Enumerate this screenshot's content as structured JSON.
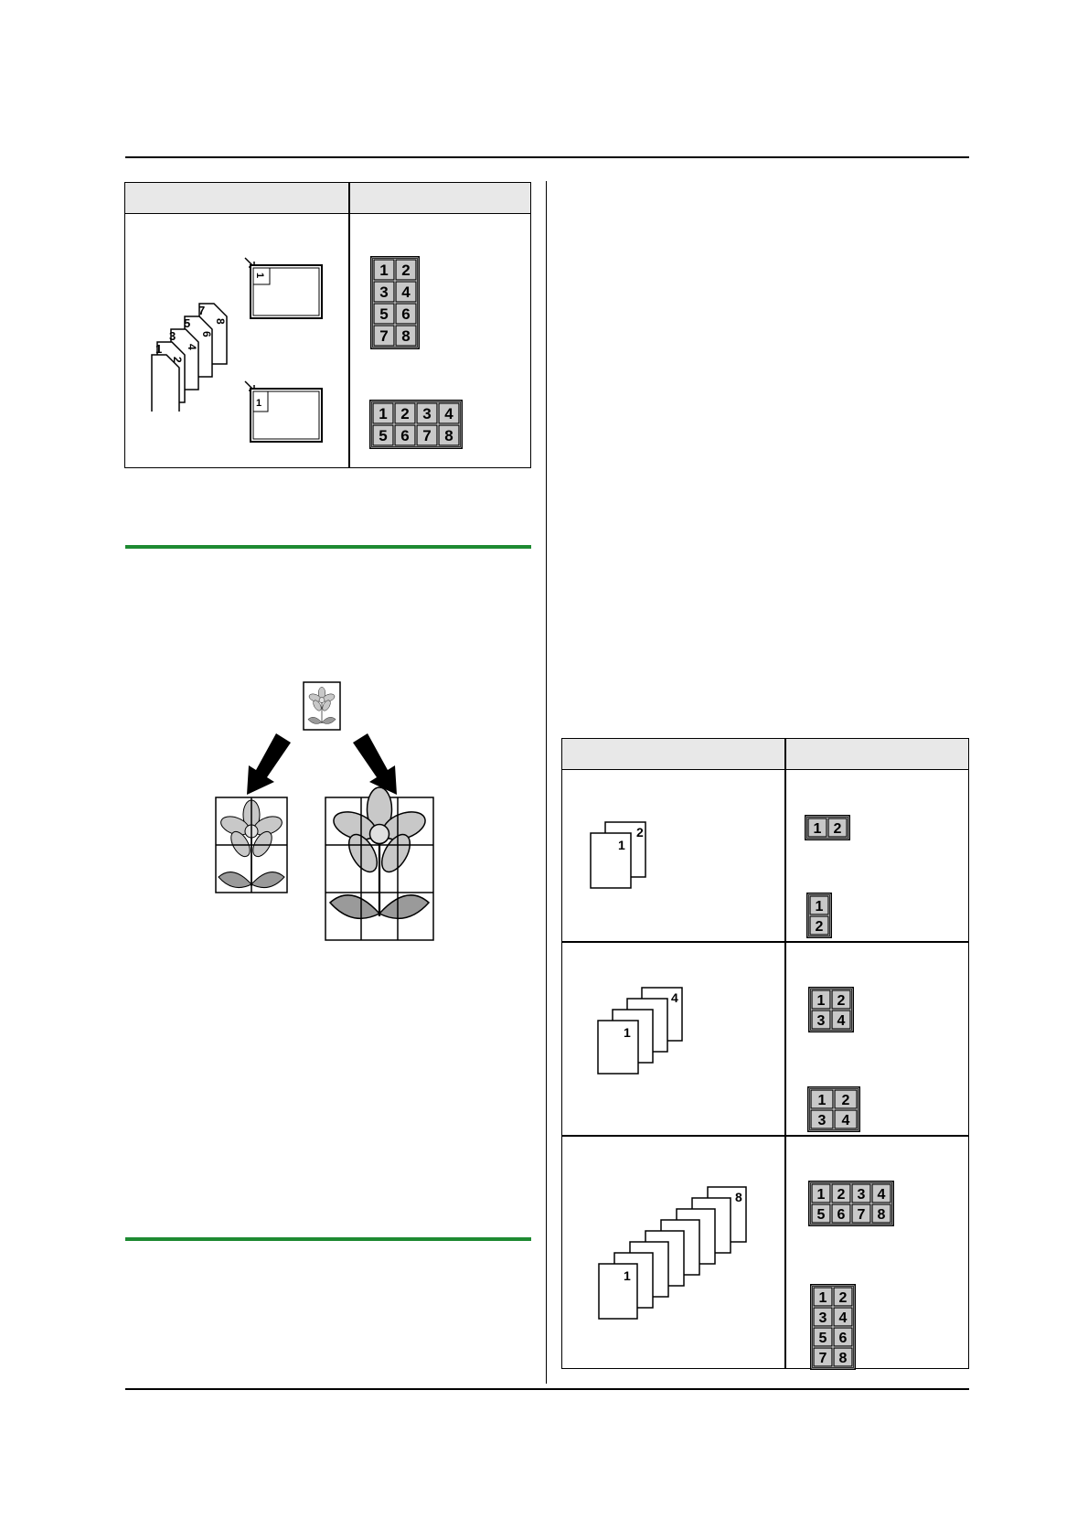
{
  "colors": {
    "accent_green": "#1e8a32",
    "cell_gray": "#c8c8c8",
    "header_gray": "#e8e8e8"
  },
  "table_a": {
    "stack_numbers": [
      "1",
      "2",
      "3",
      "4",
      "5",
      "6",
      "7",
      "8"
    ],
    "scan_number": "1",
    "portrait_grid": [
      [
        "1",
        "2"
      ],
      [
        "3",
        "4"
      ],
      [
        "5",
        "6"
      ],
      [
        "7",
        "8"
      ]
    ],
    "landscape_grid": [
      [
        "1",
        "2",
        "3",
        "4"
      ],
      [
        "5",
        "6",
        "7",
        "8"
      ]
    ]
  },
  "table_b": {
    "row1": {
      "stack": [
        "1",
        "2"
      ],
      "grid_h": [
        [
          "1",
          "2"
        ]
      ],
      "grid_v": [
        [
          "1"
        ],
        [
          "2"
        ]
      ]
    },
    "row2": {
      "stack": [
        "1",
        "4"
      ],
      "grid_a": [
        [
          "1",
          "2"
        ],
        [
          "3",
          "4"
        ]
      ],
      "grid_b": [
        [
          "1",
          "2"
        ],
        [
          "3",
          "4"
        ]
      ]
    },
    "row3": {
      "stack": [
        "1",
        "8"
      ],
      "grid_a": [
        [
          "1",
          "2",
          "3",
          "4"
        ],
        [
          "5",
          "6",
          "7",
          "8"
        ]
      ],
      "grid_b": [
        [
          "1",
          "2"
        ],
        [
          "3",
          "4"
        ],
        [
          "5",
          "6"
        ],
        [
          "7",
          "8"
        ]
      ]
    }
  }
}
